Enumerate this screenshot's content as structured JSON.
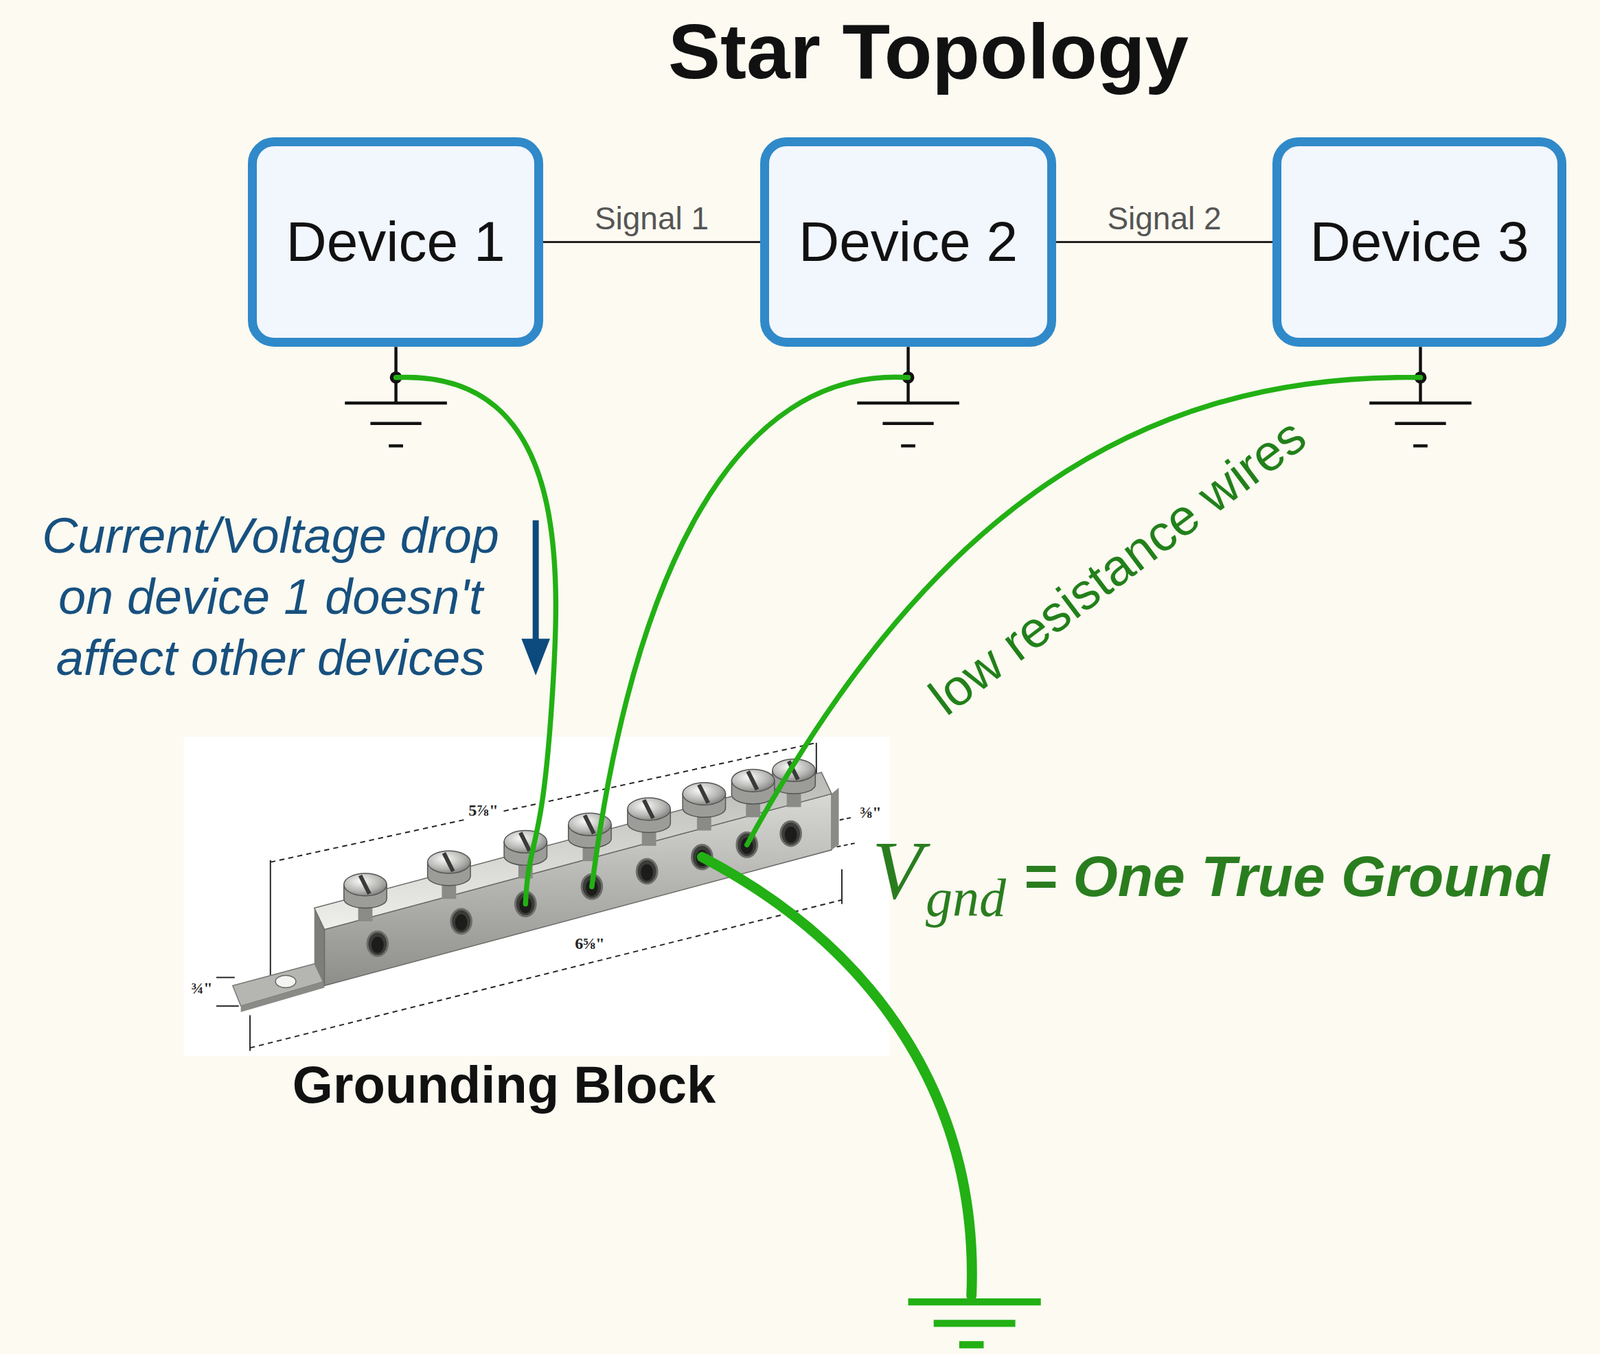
{
  "diagram": {
    "title": "Star Topology",
    "nodes": [
      {
        "text": [
          "Device 1"
        ]
      },
      {
        "text": [
          "Device 2"
        ]
      },
      {
        "text": [
          "Device 3"
        ]
      }
    ],
    "edges": [
      {
        "from": 0,
        "to": 1,
        "arrow": "none",
        "label": "Signal 1"
      },
      {
        "from": 1,
        "to": 2,
        "arrow": "none",
        "label": "Signal 2"
      }
    ],
    "labels": [
      "Current/Voltage drop on device 1 doesn't affect other devices",
      "low resistance wires",
      "5⅞\"",
      "6⅝\"",
      "¾\"",
      "⅜\"",
      "Grounding Block",
      "V",
      "gnd",
      "= One True Ground"
    ]
  }
}
